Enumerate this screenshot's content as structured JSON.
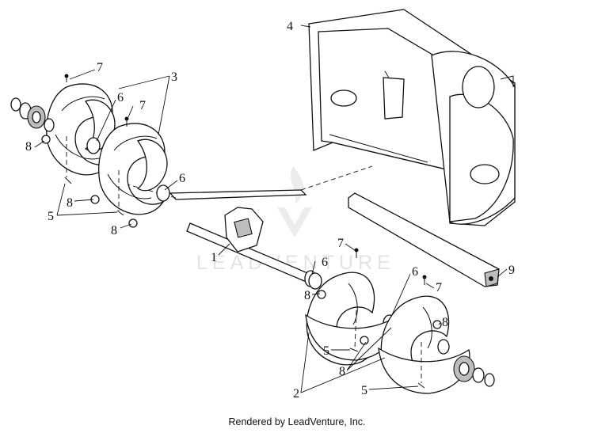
{
  "callouts": {
    "c1": "1",
    "c2": "2",
    "c3": "3",
    "c4": "4",
    "c5a": "5",
    "c5b": "5",
    "c5c": "5",
    "c6a": "6",
    "c6b": "6",
    "c6c": "6",
    "c6d": "6",
    "c7a": "7",
    "c7b": "7",
    "c7c": "7",
    "c7d": "7",
    "c8a": "8",
    "c8b": "8",
    "c8c": "8",
    "c8d": "8",
    "c8e": "8",
    "c8f": "8",
    "c9": "9"
  },
  "watermark": {
    "text": "LEADVENTURE"
  },
  "footer": {
    "credit": "Rendered by LeadVenture, Inc."
  }
}
